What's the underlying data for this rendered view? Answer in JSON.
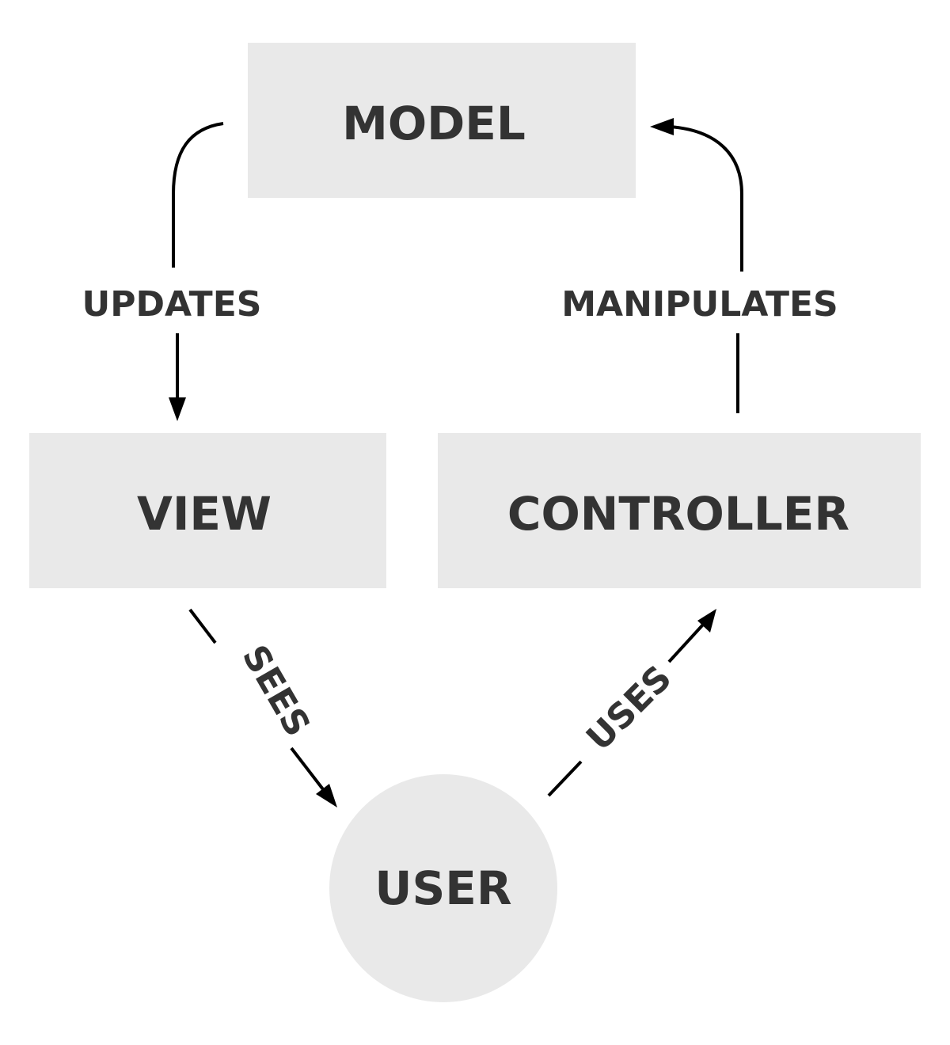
{
  "nodes": {
    "model": "MODEL",
    "view": "VIEW",
    "controller": "CONTROLLER",
    "user": "USER"
  },
  "edges": {
    "updates": "UPDATES",
    "manipulates": "MANIPULATES",
    "sees": "SEES",
    "uses": "USES"
  },
  "colors": {
    "node_fill": "#e9e9e9",
    "text": "#333333",
    "arrow": "#000000"
  }
}
